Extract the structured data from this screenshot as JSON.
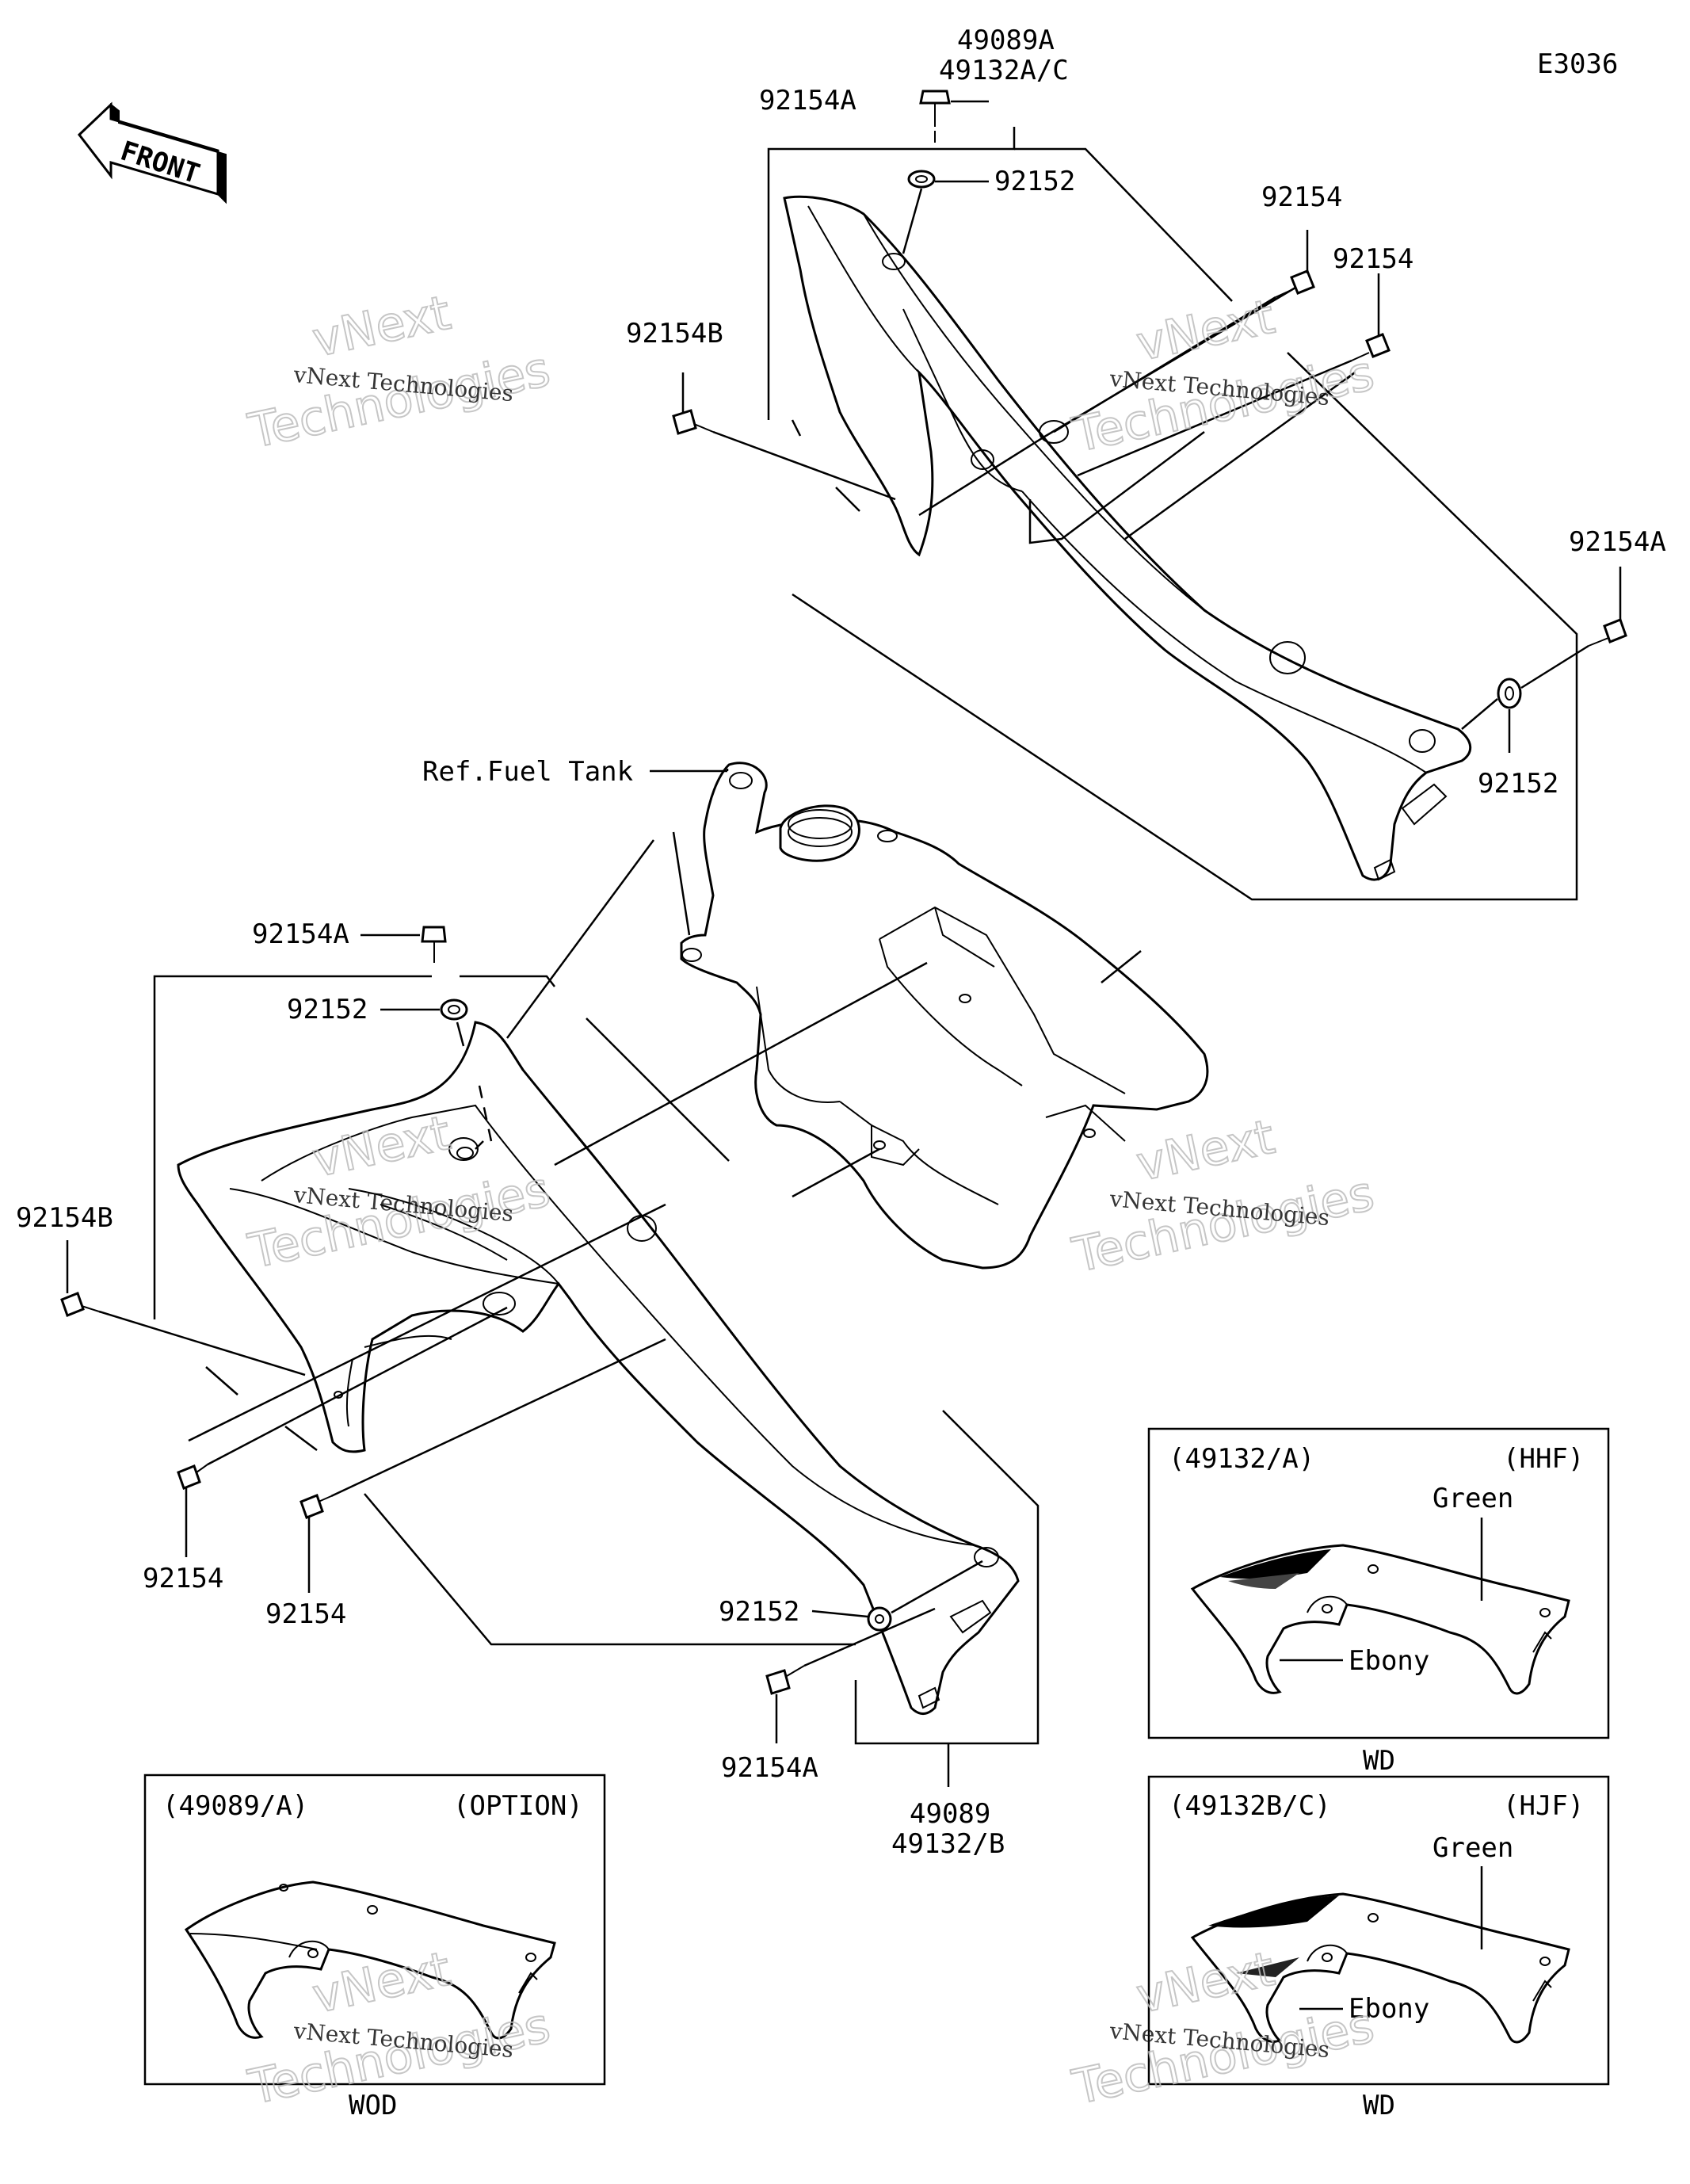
{
  "diagram_code": "E3036",
  "front_arrow_text": "FRONT",
  "watermark": {
    "big": [
      "vNext",
      "Technologies"
    ],
    "small": "vNext Technologies"
  },
  "labels": {
    "top_assembly_a": "49089A",
    "top_assembly_b": "49132A/C",
    "top_bolt_a": "92154A",
    "top_washer": "92152",
    "top_bolt_1": "92154",
    "top_bolt_2": "92154",
    "top_bolt_b": "92154B",
    "right_bolt_a": "92154A",
    "right_washer": "92152",
    "fuel_tank_ref": "Ref.Fuel Tank",
    "left_bolt_a": "92154A",
    "left_washer": "92152",
    "left_bolt_b": "92154B",
    "left_bolt_1": "92154",
    "left_bolt_2": "92154",
    "bottom_washer": "92152",
    "bottom_bolt_a": "92154A",
    "bottom_assembly_a": "49089",
    "bottom_assembly_b": "49132/B"
  },
  "insets": {
    "hhf": {
      "part": "(49132/A)",
      "code": "(HHF)",
      "color1": "Green",
      "color2": "Ebony",
      "caption": "WD"
    },
    "option": {
      "part": "(49089/A)",
      "code": "(OPTION)",
      "caption": "WOD"
    },
    "hjf": {
      "part": "(49132B/C)",
      "code": "(HJF)",
      "color1": "Green",
      "color2": "Ebony",
      "caption": "WD"
    }
  }
}
